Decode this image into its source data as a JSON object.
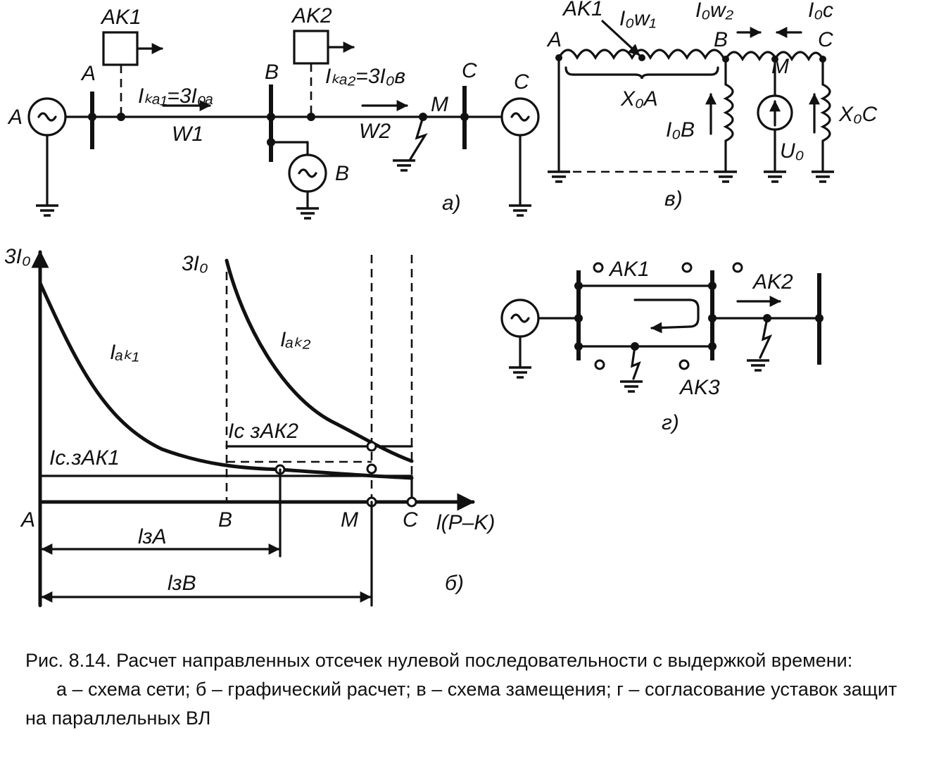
{
  "figure_a": {
    "labels": {
      "src_a": "A",
      "src_b": "B",
      "src_c": "C",
      "bus_a": "A",
      "bus_b": "B",
      "bus_c": "C",
      "relay1": "AK1",
      "relay2": "AK2",
      "current1": "Iₖₐ₁=3I₀ₐ",
      "current2": "Iₖₐ₂=3I₀ʙ",
      "line1": "W1",
      "line2": "W2",
      "fault": "M",
      "panel": "a)"
    }
  },
  "figure_b": {
    "labels": {
      "yaxis_a": "3I₀",
      "yaxis_b": "3I₀",
      "curve1": "Iₐₖ₁",
      "curve2": "Iₐₖ₂",
      "setting1": "Iс.зАК1",
      "setting2": "Iс зАК2",
      "x_a": "A",
      "x_b": "B",
      "x_m": "M",
      "x_c": "C",
      "xaxis": "l(P–K)",
      "zone_a": "lзA",
      "zone_b": "lзB",
      "panel": "б)"
    }
  },
  "figure_v": {
    "labels": {
      "relay": "AK1",
      "iow1": "I₀w₁",
      "iow2": "I₀w₂",
      "ioc": "I₀c",
      "node_a": "A",
      "node_b": "B",
      "node_c": "C",
      "node_m": "M",
      "x0a": "X₀A",
      "i0b": "I₀B",
      "u0": "U₀",
      "x0c": "X₀C",
      "panel": "в)"
    }
  },
  "figure_g": {
    "labels": {
      "ak1": "AK1",
      "ak2": "AK2",
      "ak3": "AK3",
      "panel": "г)"
    }
  },
  "caption": {
    "title": "Рис. 8.14. Расчет направленных отсечек нулевой последовательности с выдержкой времени:",
    "legend": "а – схема сети; б – графический расчет; в – схема замещения; г – согласование уставок защит на параллельных ВЛ"
  }
}
